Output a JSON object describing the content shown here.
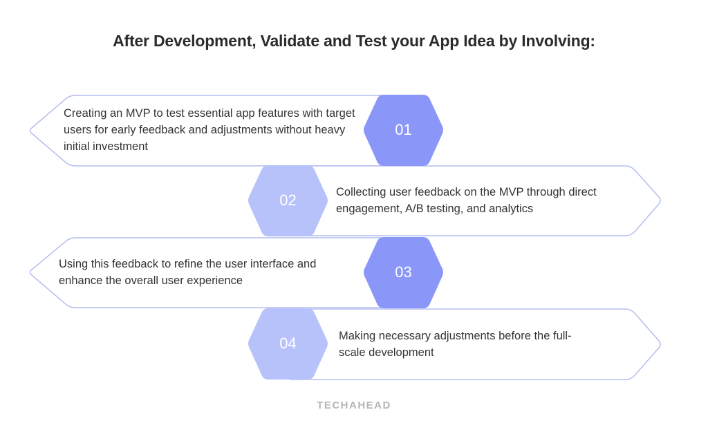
{
  "title": "After Development, Validate and Test your App Idea by Involving:",
  "colors": {
    "hex_dark": "#8a97f8",
    "hex_light": "#b8c2fa",
    "outline": "#b4bdf0",
    "text": "#333333"
  },
  "steps": [
    {
      "number": "01",
      "text": "Creating an MVP to test essential app features with target users for early feedback and adjustments without heavy initial investment"
    },
    {
      "number": "02",
      "text": "Collecting user feedback on the MVP through direct engagement, A/B testing, and analytics"
    },
    {
      "number": "03",
      "text": "Using this feedback to refine the user interface and enhance the overall user experience"
    },
    {
      "number": "04",
      "text": "Making necessary adjustments before the full-scale development"
    }
  ],
  "brand": "TECHAHEAD"
}
